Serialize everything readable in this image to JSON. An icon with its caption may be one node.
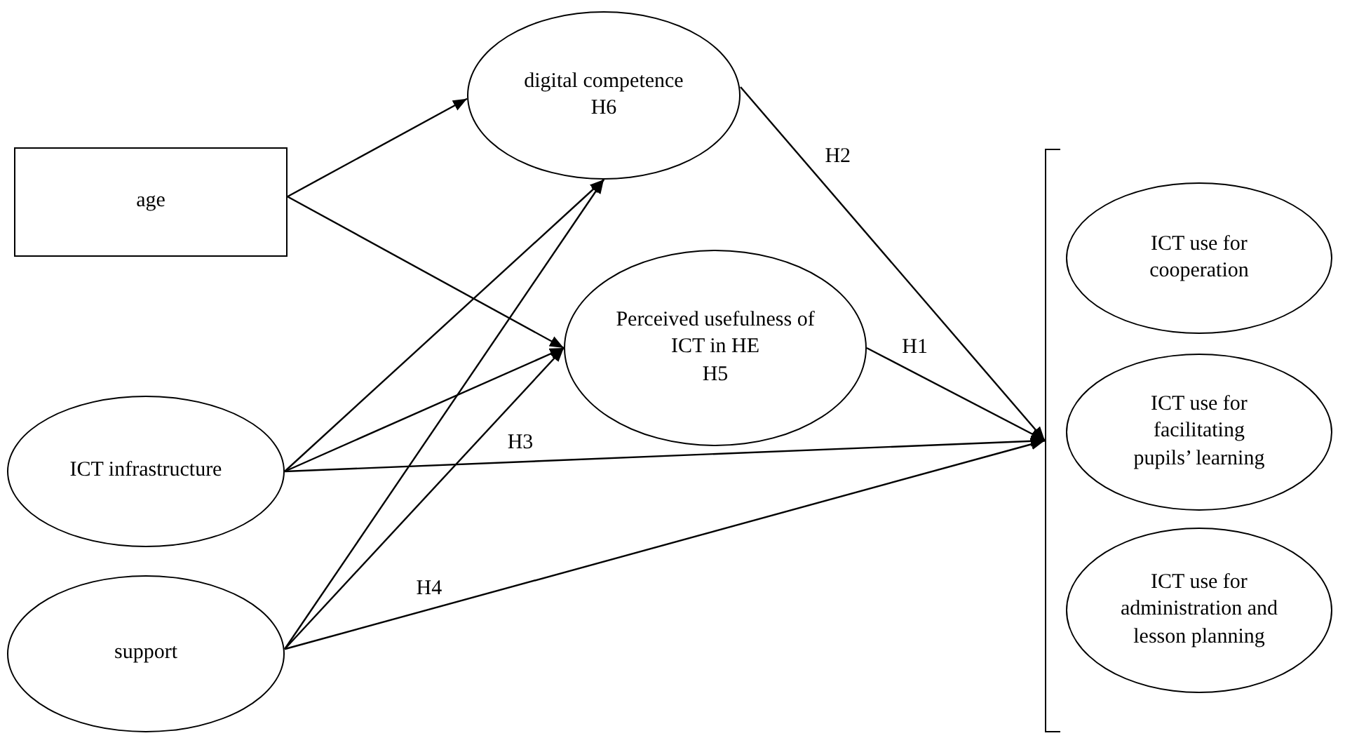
{
  "diagram": {
    "nodes": [
      {
        "text": [
          "age"
        ]
      },
      {
        "text": [
          "digital competence",
          "H6"
        ]
      },
      {
        "text": [
          "Perceived usefulness of ICT in HE",
          "H5"
        ]
      },
      {
        "text": [
          "ICT infrastructure"
        ]
      },
      {
        "text": [
          "support"
        ]
      },
      {
        "text": [],
        "shape": "bracket"
      },
      {
        "text": [
          "ICT use for cooperation"
        ],
        "in": 5
      },
      {
        "text": [
          "ICT use for facilitating pupils’ learning"
        ],
        "in": 5
      },
      {
        "text": [
          "ICT use for administration and lesson planning"
        ],
        "in": 5
      }
    ],
    "edges": [
      {
        "from": 0,
        "to": 1,
        "arrow": "to"
      },
      {
        "from": 0,
        "to": 2,
        "arrow": "to"
      },
      {
        "from": 3,
        "to": 1,
        "arrow": "to"
      },
      {
        "from": 3,
        "to": 2,
        "arrow": "to"
      },
      {
        "from": 4,
        "to": 1,
        "arrow": "to"
      },
      {
        "from": 4,
        "to": 2,
        "arrow": "to"
      },
      {
        "from": 1,
        "to": 5,
        "arrow": "to",
        "label": "H2"
      },
      {
        "from": 2,
        "to": 5,
        "arrow": "to",
        "label": "H1"
      },
      {
        "from": 3,
        "to": 5,
        "arrow": "to",
        "label": "H3"
      },
      {
        "from": 4,
        "to": 5,
        "arrow": "to",
        "label": "H4"
      }
    ]
  }
}
